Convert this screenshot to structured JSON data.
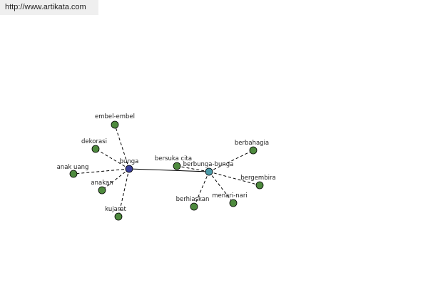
{
  "source": {
    "url_text": "http://www.artikata.com"
  },
  "graph": {
    "colors": {
      "center": "#3a3f9a",
      "hub": "#4a9aa8",
      "leaf": "#4e8a3e",
      "edge": "#000000"
    },
    "nodes": [
      {
        "id": "bunga",
        "label": "bunga",
        "kind": "center"
      },
      {
        "id": "berbunga-bunga",
        "label": "berbunga-bunga",
        "kind": "hub"
      },
      {
        "id": "embel-embel",
        "label": "embel-embel",
        "kind": "leaf"
      },
      {
        "id": "dekorasi",
        "label": "dekorasi",
        "kind": "leaf"
      },
      {
        "id": "anak-uang",
        "label": "anak uang",
        "kind": "leaf"
      },
      {
        "id": "anakan",
        "label": "anakan",
        "kind": "leaf"
      },
      {
        "id": "kujarat",
        "label": "kujarat",
        "kind": "leaf"
      },
      {
        "id": "bersuka-cita",
        "label": "bersuka cita",
        "kind": "leaf"
      },
      {
        "id": "berbahagia",
        "label": "berbahagia",
        "kind": "leaf"
      },
      {
        "id": "bergembira",
        "label": "bergembira",
        "kind": "leaf"
      },
      {
        "id": "menari-nari",
        "label": "menari-nari",
        "kind": "leaf"
      },
      {
        "id": "berhiaskan",
        "label": "berhiaskan",
        "kind": "leaf"
      }
    ],
    "edges": [
      {
        "from": "bunga",
        "to": "embel-embel",
        "style": "dashed"
      },
      {
        "from": "bunga",
        "to": "dekorasi",
        "style": "dashed"
      },
      {
        "from": "bunga",
        "to": "anak-uang",
        "style": "dashed"
      },
      {
        "from": "bunga",
        "to": "anakan",
        "style": "dashed"
      },
      {
        "from": "bunga",
        "to": "kujarat",
        "style": "dashed"
      },
      {
        "from": "bunga",
        "to": "berbunga-bunga",
        "style": "solid"
      },
      {
        "from": "berbunga-bunga",
        "to": "bersuka-cita",
        "style": "dashed"
      },
      {
        "from": "berbunga-bunga",
        "to": "berbahagia",
        "style": "dashed"
      },
      {
        "from": "berbunga-bunga",
        "to": "bergembira",
        "style": "dashed"
      },
      {
        "from": "berbunga-bunga",
        "to": "menari-nari",
        "style": "dashed"
      },
      {
        "from": "berbunga-bunga",
        "to": "berhiaskan",
        "style": "dashed"
      }
    ]
  }
}
